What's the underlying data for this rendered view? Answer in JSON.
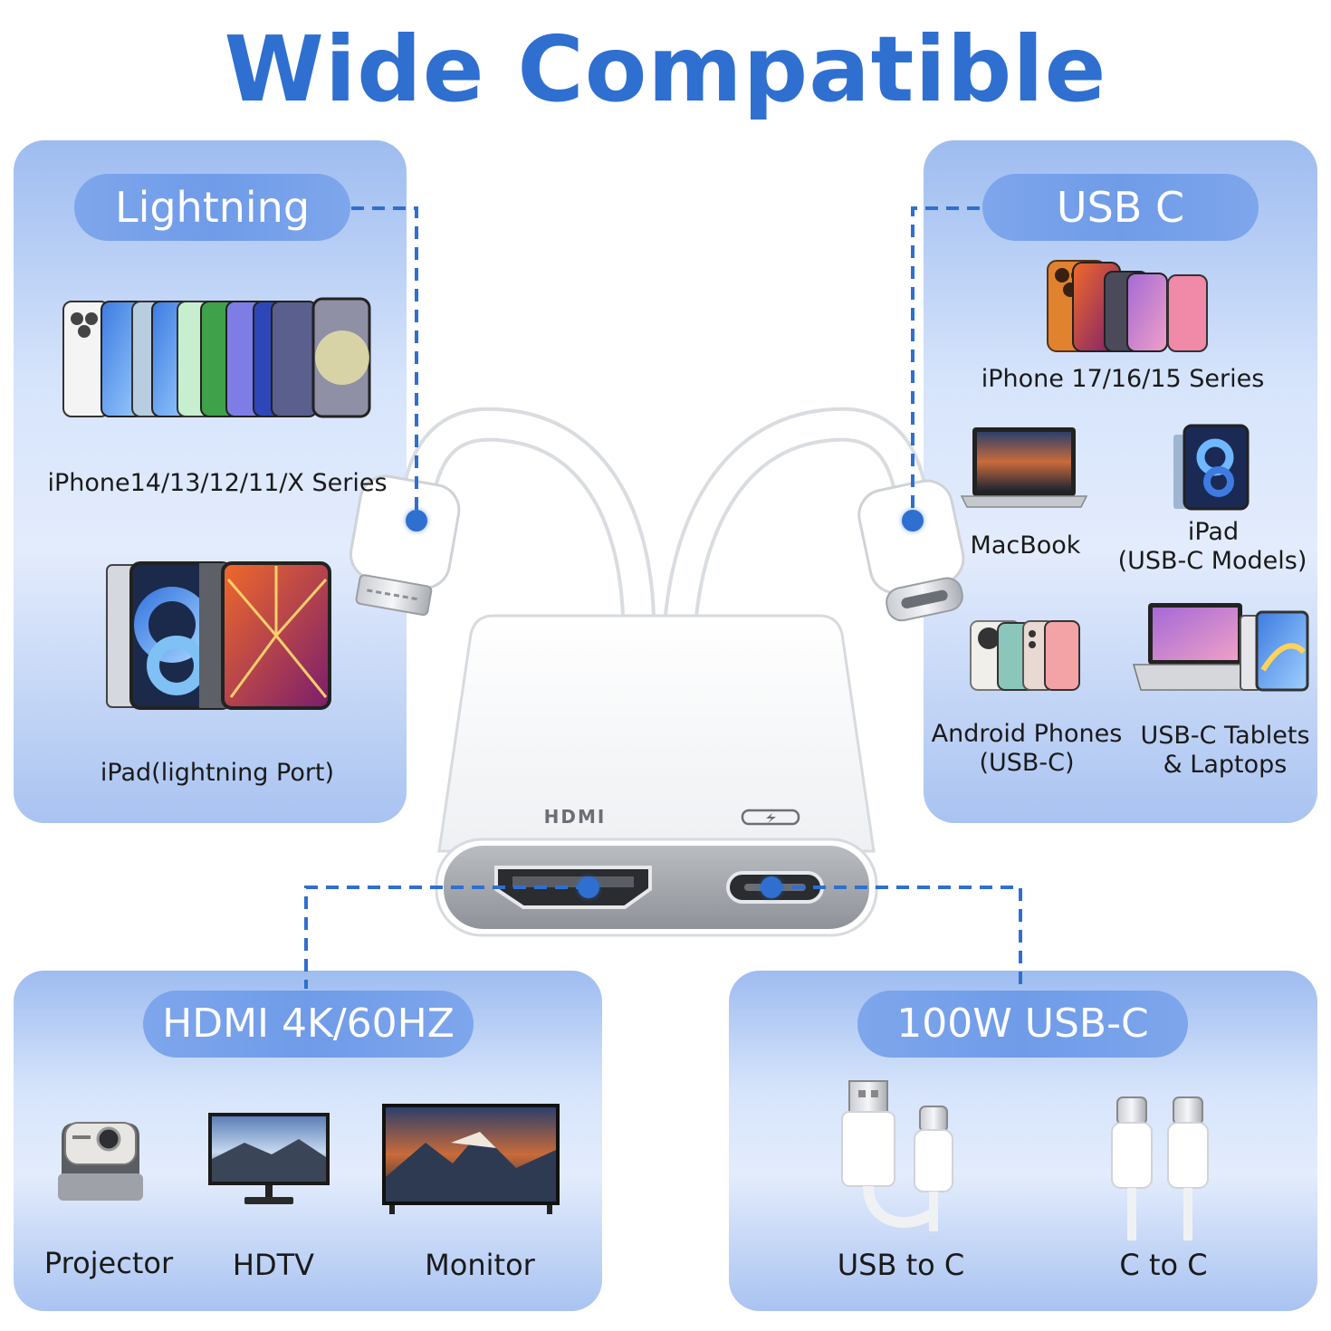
{
  "title": "Wide Compatible",
  "panels": {
    "lightning": {
      "tag": "Lightning",
      "items": [
        "iPhone14/13/12/11/X Series",
        "iPad(lightning Port)"
      ]
    },
    "usbc": {
      "tag": "USB C",
      "items": [
        "iPhone 17/16/15 Series",
        "MacBook",
        "iPad",
        "(USB-C Models)",
        "Android Phones",
        "(USB-C)",
        "USB-C Tablets",
        "& Laptops"
      ]
    },
    "hdmi": {
      "tag": "HDMI 4K/60HZ",
      "items": [
        "Projector",
        "HDTV",
        "Monitor"
      ]
    },
    "power": {
      "tag": "100W USB-C",
      "items": [
        "USB to C",
        "C to C"
      ]
    }
  },
  "adapter": {
    "port_label": "HDMI"
  },
  "colors": {
    "accent": "#2f6fd0",
    "pill": "#7ea6ec",
    "panel": "#d6e4fb"
  }
}
